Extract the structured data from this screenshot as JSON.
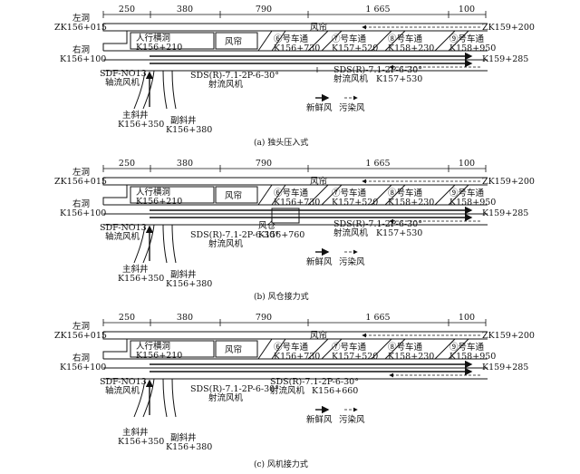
{
  "dimensions": [
    "250",
    "380",
    "790",
    "1 665",
    "100"
  ],
  "labels": {
    "left_tunnel": "左洞",
    "left_start": "ZK156+015",
    "left_end": "ZK159+200",
    "right_tunnel": "右洞",
    "right_start": "K156+100",
    "right_end": "K159+285",
    "ped_passage": "人行横洞",
    "ped_station": "K156+210",
    "curtain": "风帘",
    "c6": "⑥号车通",
    "c6_station": "K156+730",
    "c7": "⑦号车通",
    "c7_station": "K157+520",
    "c8": "⑧号车通",
    "c8_station": "K158+230",
    "c9": "⑨号车通",
    "c9_station": "K158+950",
    "axial_fan": "轴流风机",
    "jet_fan": "射流风机",
    "main_shaft": "主斜井",
    "main_shaft_station": "K156+350",
    "aux_shaft": "副斜井",
    "aux_shaft_station": "K156+380",
    "fresh_air": "新鲜风",
    "polluted_air": "污染风"
  },
  "panels": [
    {
      "axial_fan_model": "SDF-NO13",
      "jet_fan_model": "SDS(R)-7.1-2P-6-30°",
      "lower_jet_model": "SDS(R)-7.1-2P-6-30°",
      "lower_jet_station": "K157+530",
      "caption": "(a)  独头压入式"
    },
    {
      "axial_fan_model": "SDF-NO13",
      "jet_fan_model": "SDS(R)-7.1-2P-6-30°",
      "lower_jet_model": "SDS(R)-7.1-2P-6-30°",
      "lower_jet_station": "K157+530",
      "bin_label": "风仓",
      "bin_station": "K156+760",
      "caption": "(b)  风仓接力式"
    },
    {
      "axial_fan_model": "SDF-NO13",
      "jet_fan_model": "SDS(R)-7.1-2P-6-30°",
      "lower_jet_model": "SDS(R)-7.1-2P-6-30°",
      "lower_jet_station": "K156+660",
      "caption": "(c)  风机接力式"
    }
  ]
}
